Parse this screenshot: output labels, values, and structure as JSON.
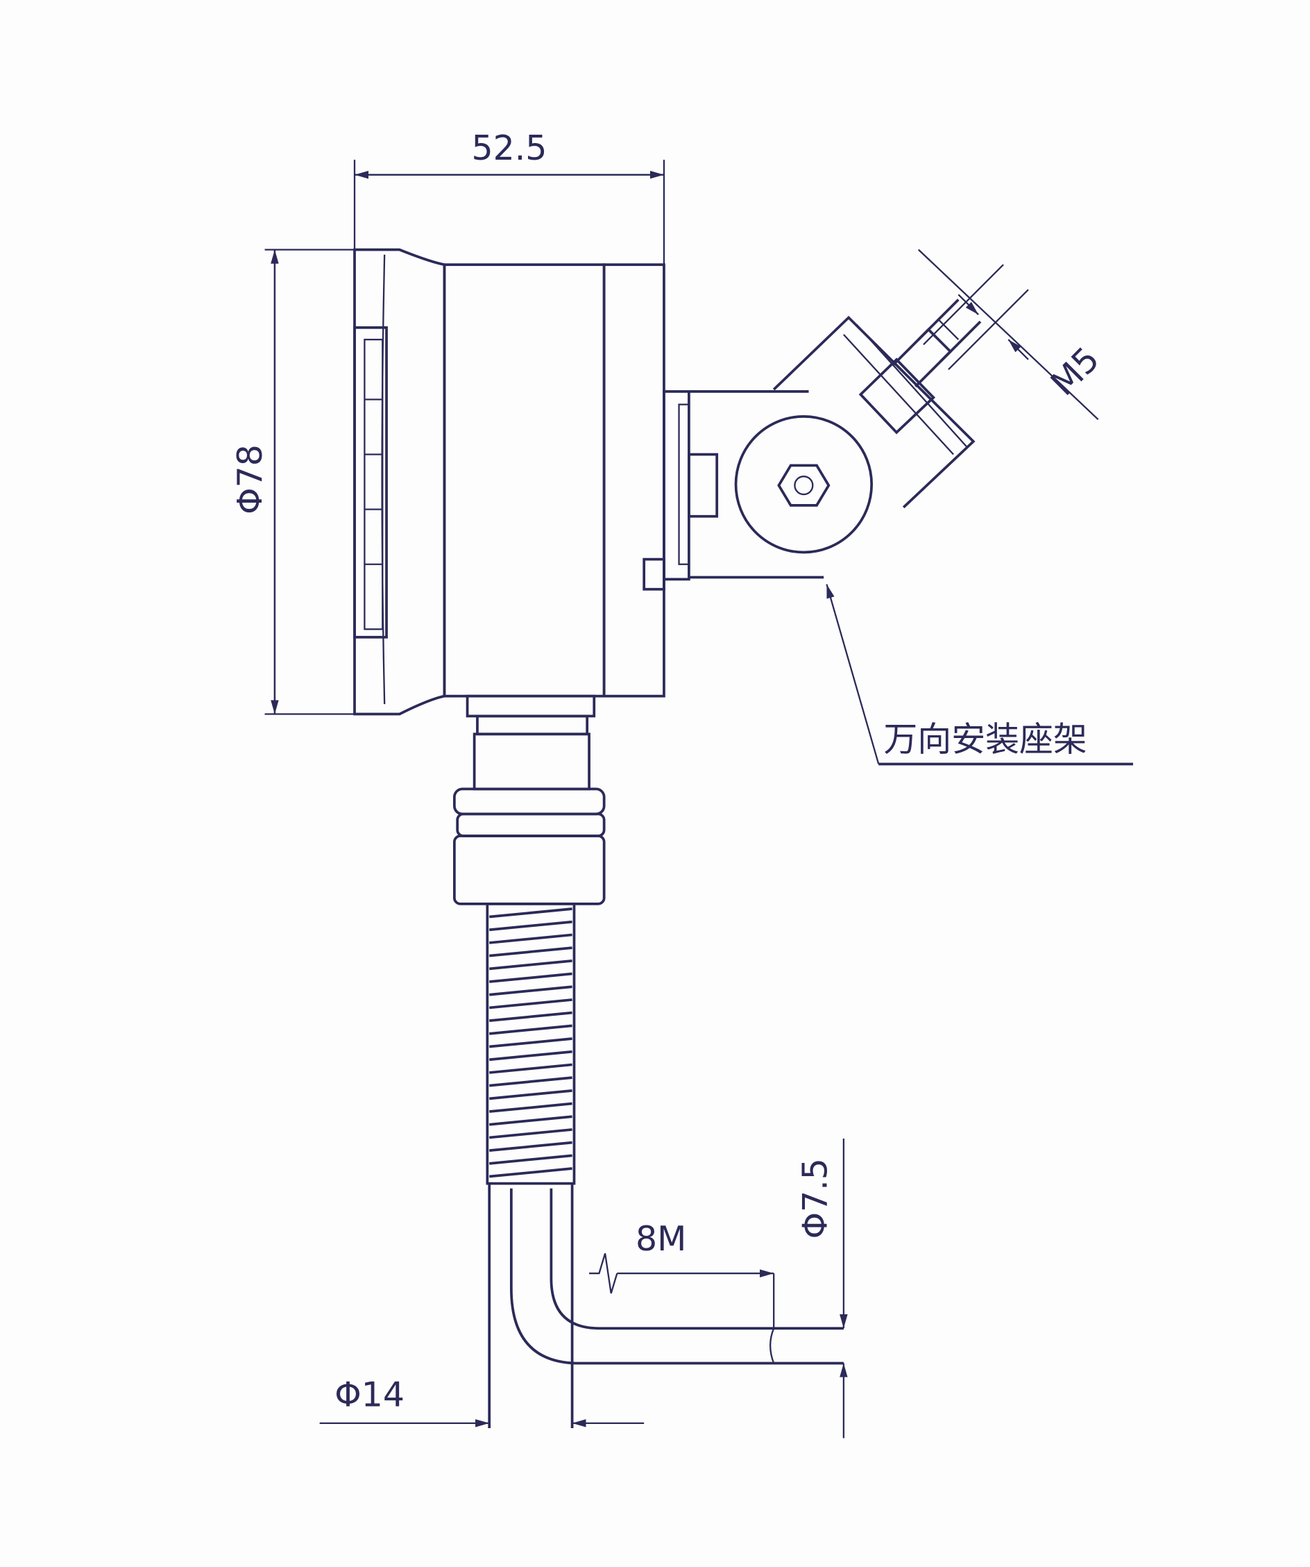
{
  "dimensions": {
    "width_label": "52.5",
    "diameter_label": "Φ78",
    "bolt_label": "M5",
    "cable_label": "8M",
    "cable_diameter_label": "Φ7.5",
    "tube_diameter_label": "Φ14"
  },
  "callouts": {
    "mount_label": "万向安装座架"
  },
  "colors": {
    "line": "#2b2a58",
    "background": "#fdfdfd"
  }
}
